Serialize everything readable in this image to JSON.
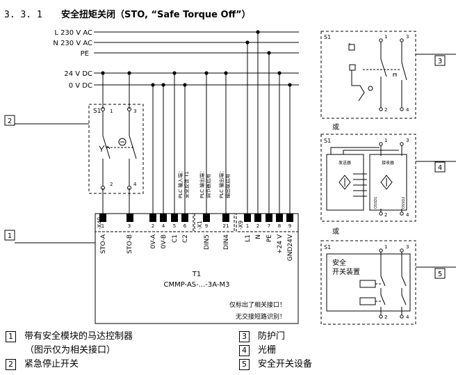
{
  "heading": {
    "number": "3. 3. 1",
    "title": "安全扭矩关闭（STO, “Safe Torque Off”）"
  },
  "supply_labels": [
    "L 230 V AC",
    "N 230 V AC",
    "PE",
    "24 V DC",
    "0 V DC"
  ],
  "switch_s1": "S1",
  "connectors": {
    "x40": {
      "name": "-X40",
      "terminals": [
        "1",
        "3",
        "2",
        "4",
        "5",
        "6"
      ],
      "signals": [
        "STO-A",
        "STO-B",
        "0V-A",
        "0V-B",
        "C1",
        "C2"
      ]
    },
    "x1": {
      "name": "-X1",
      "terminals": [
        "9",
        "21"
      ],
      "signals": [
        "DIN5",
        "DIN4"
      ]
    },
    "x9": {
      "name": "-X9",
      "terminals": [
        "1",
        "2",
        "7",
        "8",
        "9"
      ],
      "signals": [
        "L1",
        "N",
        "PE",
        "+24 V",
        "GND24V"
      ]
    }
  },
  "plc_labels": [
    [
      "PLC 输入端：",
      "安全反馈 T1"
    ],
    [
      "PLC 输出端：",
      "调节器启用"
    ],
    [
      "PLC 输出端：",
      "输出级启用"
    ]
  ],
  "controller": {
    "name": "T1",
    "model": "CMMP-AS-...-3A-M3",
    "note1": "仅标出了相关接口！",
    "note2": "无交接短路识别！"
  },
  "panel_terms": {
    "t1": "1",
    "t2": "2",
    "t3": "3",
    "t4": "4"
  },
  "or_text": "或",
  "lightcurtain": {
    "sender": "发送器",
    "receiver": "接收器",
    "ossd1": "OSSD1",
    "ossd2": "OSSD2"
  },
  "safety_device": {
    "line1": "安全",
    "line2": "开关装置"
  },
  "callouts": [
    "1",
    "2",
    "3",
    "4",
    "5"
  ],
  "legend": [
    {
      "num": "1",
      "text": "带有安全模块的马达控制器",
      "sub": "（图示仅为相关接口）"
    },
    {
      "num": "2",
      "text": "紧急停止开关"
    },
    {
      "num": "3",
      "text": "防护门"
    },
    {
      "num": "4",
      "text": "光栅"
    },
    {
      "num": "5",
      "text": "安全开关设备"
    }
  ]
}
